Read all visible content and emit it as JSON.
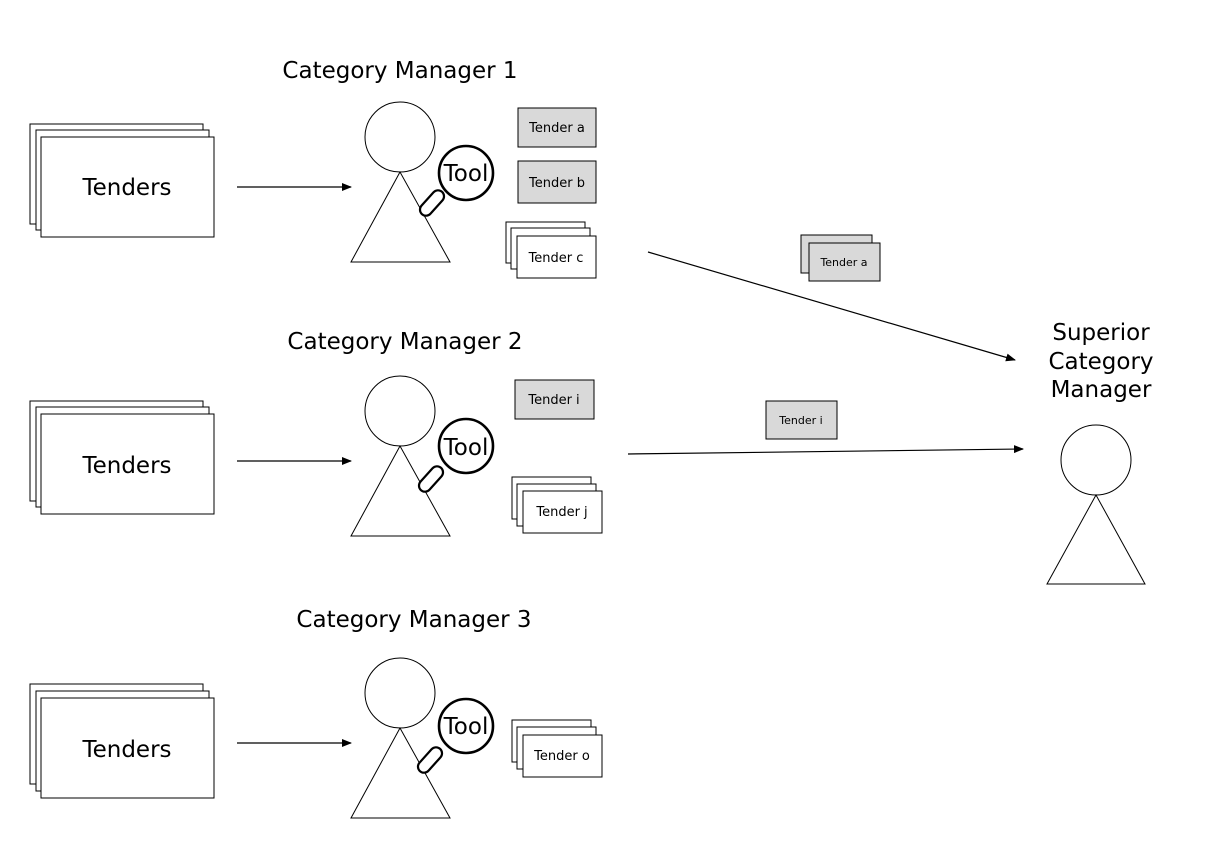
{
  "managers": [
    {
      "title": "Category Manager 1",
      "input_label": "Tenders",
      "tool_label": "Tool",
      "tenders": [
        {
          "label": "Tender a",
          "style": "grey"
        },
        {
          "label": "Tender b",
          "style": "grey"
        },
        {
          "label": "Tender c",
          "style": "stack"
        }
      ]
    },
    {
      "title": "Category Manager 2",
      "input_label": "Tenders",
      "tool_label": "Tool",
      "tenders": [
        {
          "label": "Tender i",
          "style": "grey"
        },
        {
          "label": "Tender j",
          "style": "stack"
        }
      ]
    },
    {
      "title": "Category Manager 3",
      "input_label": "Tenders",
      "tool_label": "Tool",
      "tenders": [
        {
          "label": "Tender o",
          "style": "stack"
        }
      ]
    }
  ],
  "forwarded": [
    {
      "label": "Tender a",
      "style": "grey-stack"
    },
    {
      "label": "Tender i",
      "style": "grey"
    }
  ],
  "superior": {
    "title_lines": [
      "Superior",
      "Category",
      "Manager"
    ]
  },
  "colors": {
    "selected_fill": "#d9d9d9",
    "outline": "#000000",
    "background": "#ffffff"
  }
}
